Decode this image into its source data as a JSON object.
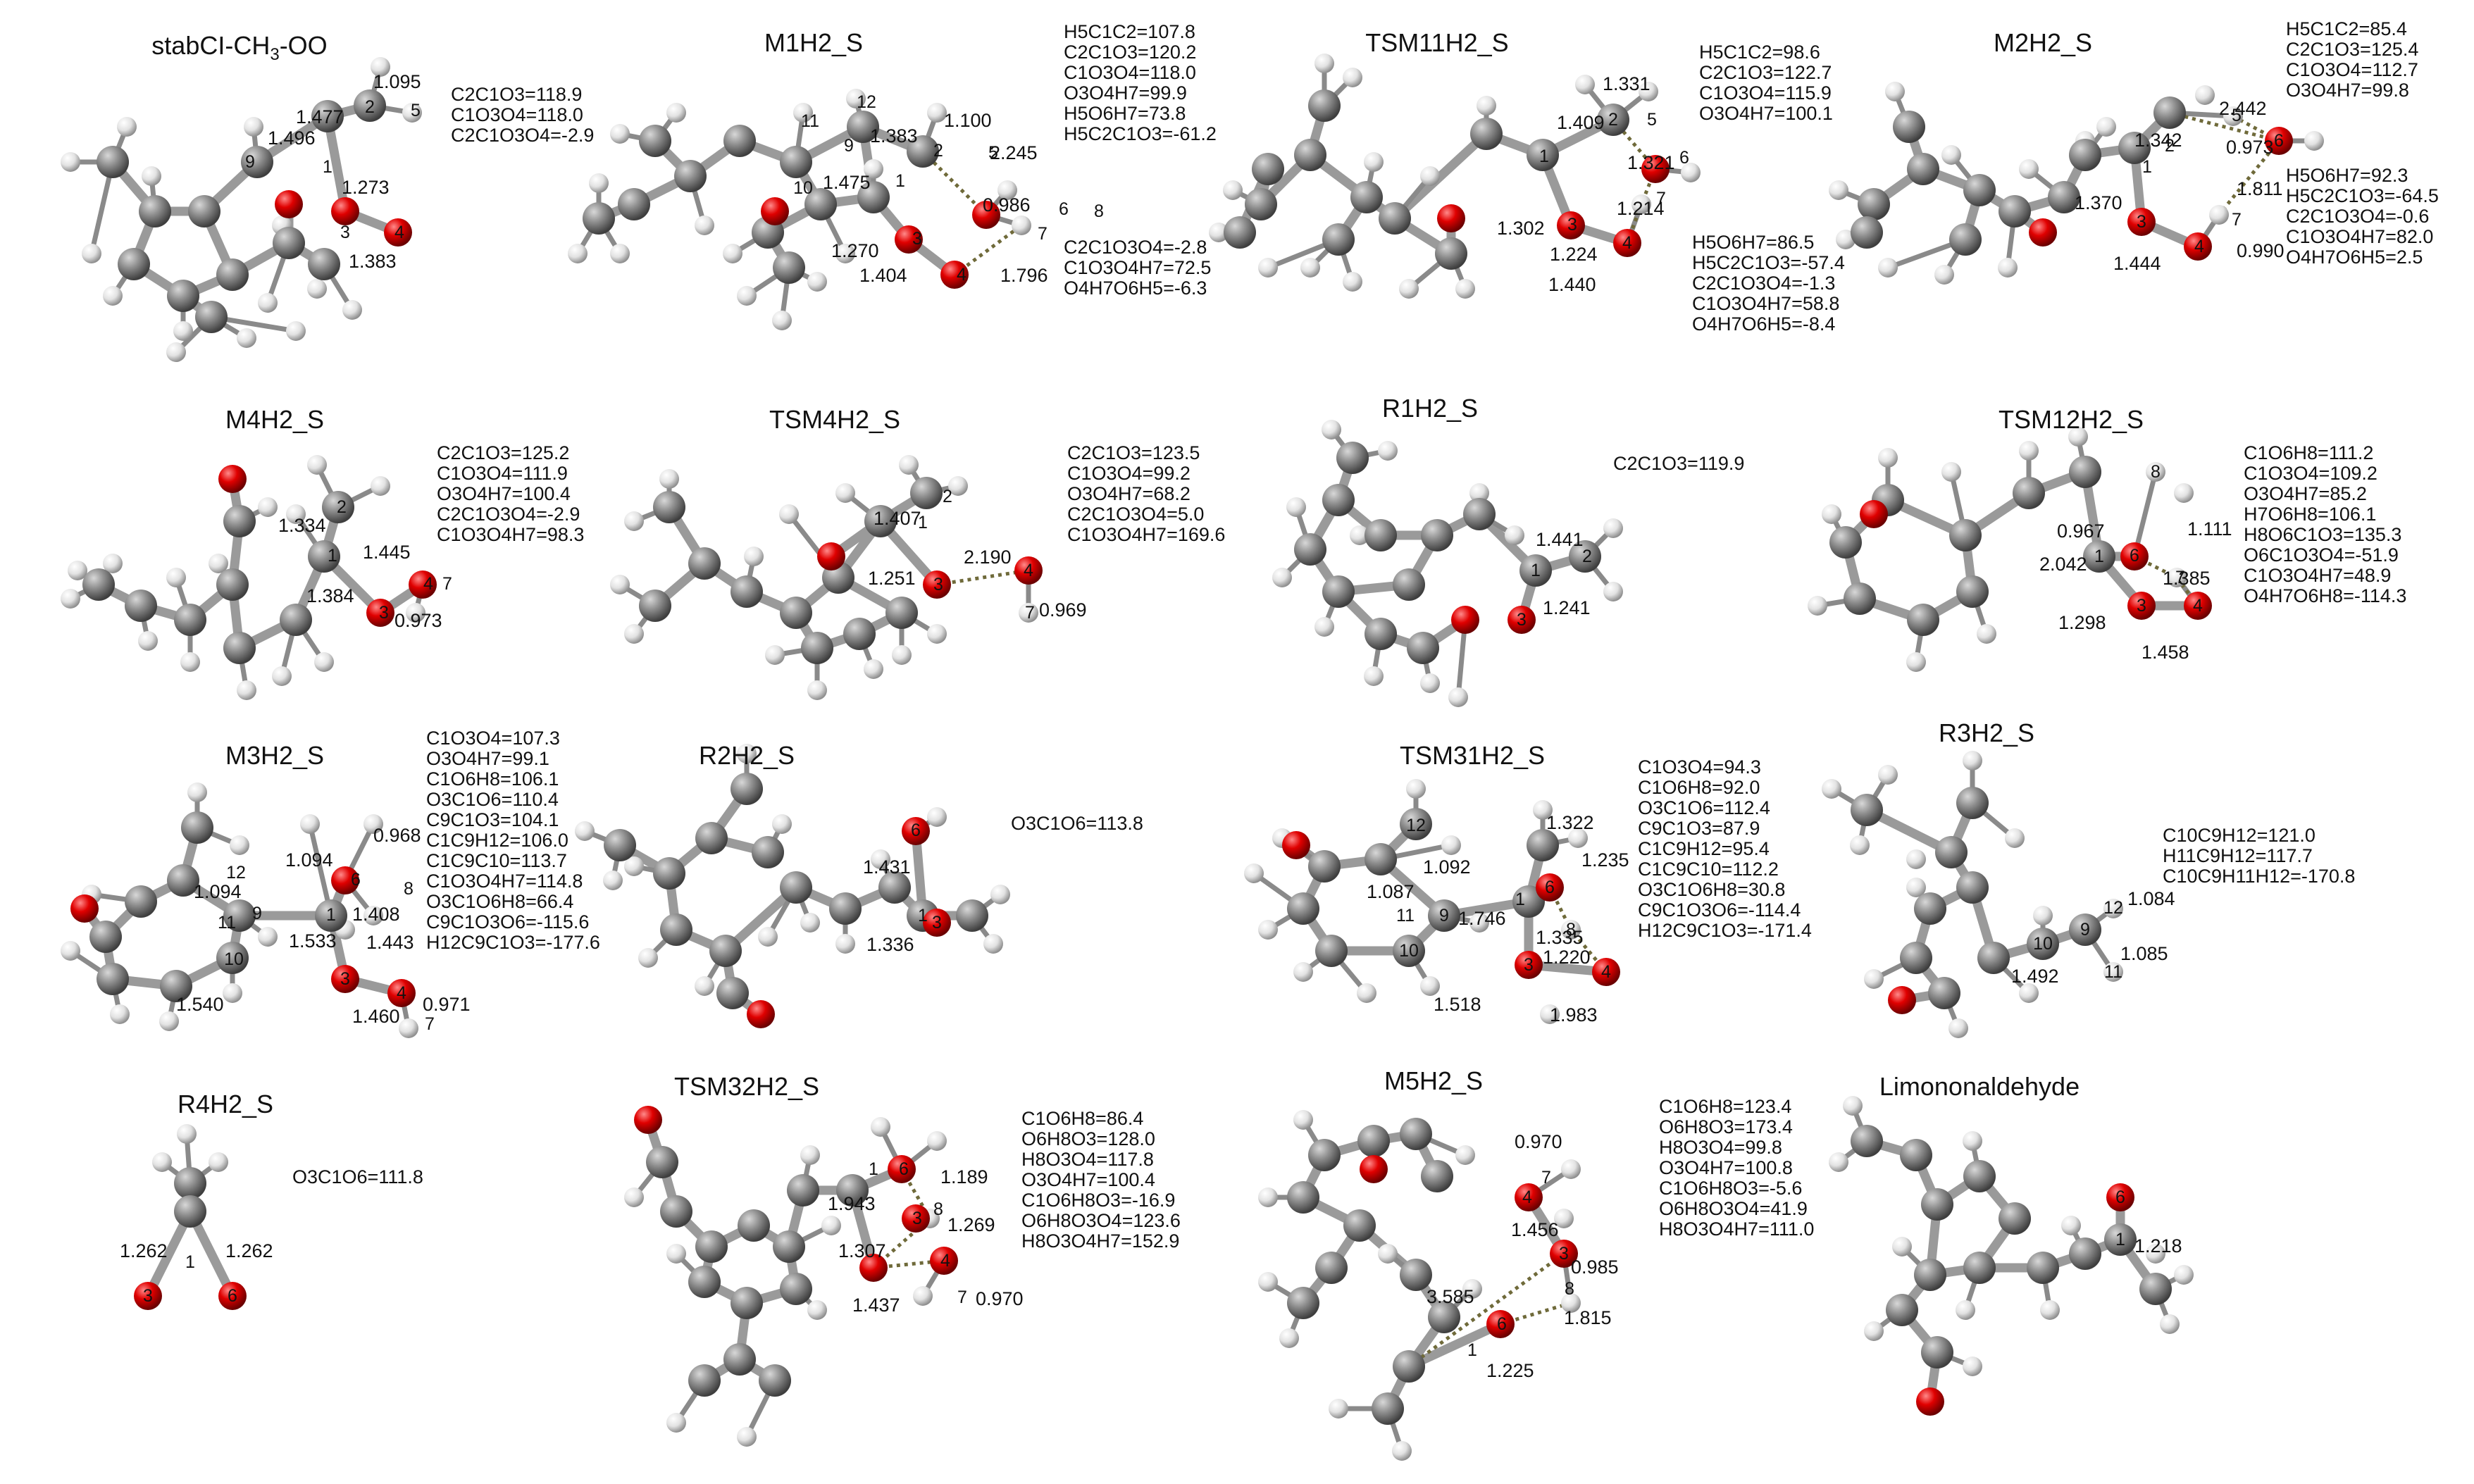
{
  "figure": {
    "panels": [
      {
        "id": "stabCI",
        "title": "stabCI-CH3-OO",
        "params": [
          "C2C1O3=118.9",
          "C1O3O4=118.0",
          "C2C1O3O4=-2.9"
        ],
        "bond_labels": [
          "1.095",
          "1.477",
          "1.496",
          "1.273",
          "1.383"
        ],
        "atom_labels": [
          "9",
          "2",
          "5",
          "1",
          "3",
          "4"
        ]
      },
      {
        "id": "M1H2_S",
        "title": "M1H2_S",
        "params": [
          "H5C1C2=107.8",
          "C2C1O3=120.2",
          "C1O3O4=118.0",
          "O3O4H7=99.9",
          "H5O6H7=73.8",
          "H5C2C1O3=-61.2"
        ],
        "params2": [
          "C2C1O3O4=-2.8",
          "C1O3O4H7=72.5",
          "O4H7O6H5=-6.3"
        ],
        "bond_labels": [
          "1.383",
          "1.100",
          "2.245",
          "1.475",
          "0.986",
          "1.270",
          "1.404",
          "1.796"
        ],
        "atom_labels": [
          "11",
          "12",
          "9",
          "2",
          "5",
          "10",
          "1",
          "6",
          "8",
          "7",
          "3",
          "4"
        ]
      },
      {
        "id": "TSM11H2_S",
        "title": "TSM11H2_S",
        "params": [
          "H5C1C2=98.6",
          "C2C1O3=122.7",
          "C1O3O4=115.9",
          "O3O4H7=100.1"
        ],
        "params2": [
          "H5O6H7=86.5",
          "H5C2C1O3=-57.4",
          "C2C1O3O4=-1.3",
          "C1O3O4H7=58.8",
          "O4H7O6H5=-8.4"
        ],
        "bond_labels": [
          "1.331",
          "1.409",
          "1.321",
          "1.214",
          "1.302",
          "1.224",
          "1.440"
        ],
        "atom_labels": [
          "2",
          "5",
          "1",
          "6",
          "7",
          "3",
          "4"
        ]
      },
      {
        "id": "M2H2_S",
        "title": "M2H2_S",
        "params": [
          "H5C1C2=85.4",
          "C2C1O3=125.4",
          "C1O3O4=112.7",
          "O3O4H7=99.8"
        ],
        "params2": [
          "H5O6H7=92.3",
          "H5C2C1O3=-64.5",
          "C2C1O3O4=-0.6",
          "C1O3O4H7=82.0",
          "O4H7O6H5=2.5"
        ],
        "bond_labels": [
          "2.442",
          "1.342",
          "0.973",
          "1.811",
          "1.370",
          "1.444",
          "0.990"
        ],
        "atom_labels": [
          "5",
          "2",
          "6",
          "1",
          "7",
          "3",
          "4"
        ]
      },
      {
        "id": "M4H2_S",
        "title": "M4H2_S",
        "params": [
          "C2C1O3=125.2",
          "C1O3O4=111.9",
          "O3O4H7=100.4",
          "C2C1O3O4=-2.9",
          "C1O3O4H7=98.3"
        ],
        "bond_labels": [
          "1.334",
          "1.445",
          "1.384",
          "0.973"
        ],
        "atom_labels": [
          "2",
          "1",
          "4",
          "7",
          "3"
        ]
      },
      {
        "id": "TSM4H2_S",
        "title": "TSM4H2_S",
        "params": [
          "C2C1O3=123.5",
          "C1O3O4=99.2",
          "O3O4H7=68.2",
          "C2C1O3O4=5.0",
          "C1O3O4H7=169.6"
        ],
        "bond_labels": [
          "1.407",
          "1.251",
          "2.190",
          "0.969"
        ],
        "atom_labels": [
          "2",
          "1",
          "3",
          "4",
          "7"
        ]
      },
      {
        "id": "R1H2_S",
        "title": "R1H2_S",
        "params": [
          "C2C1O3=119.9"
        ],
        "bond_labels": [
          "1.441",
          "1.241"
        ],
        "atom_labels": [
          "1",
          "2",
          "3"
        ]
      },
      {
        "id": "TSM12H2_S",
        "title": "TSM12H2_S",
        "params": [
          "C1O6H8=111.2",
          "C1O3O4=109.2",
          "O3O4H7=85.2",
          "H7O6H8=106.1",
          "H8O6C1O3=135.3",
          "O6C1O3O4=-51.9",
          "C1O3O4H7=48.9",
          "O4H7O6H8=-114.3"
        ],
        "bond_labels": [
          "0.967",
          "1.111",
          "2.042",
          "1.385",
          "1.298",
          "1.458"
        ],
        "atom_labels": [
          "8",
          "6",
          "1",
          "7",
          "3",
          "4"
        ]
      },
      {
        "id": "M3H2_S",
        "title": "M3H2_S",
        "params": [
          "C1O3O4=107.3",
          "O3O4H7=99.1",
          "C1O6H8=106.1",
          "O3C1O6=110.4",
          "C9C1O3=104.1",
          "C1C9H12=106.0",
          "C1C9C10=113.7",
          "C1O3O4H7=114.8",
          "O3C1O6H8=66.4",
          "C9C1O3O6=-115.6",
          "H12C9C1O3=-177.6"
        ],
        "bond_labels": [
          "0.968",
          "1.094",
          "1.094",
          "1.408",
          "1.533",
          "1.443",
          "1.540",
          "1.460",
          "0.971"
        ],
        "atom_labels": [
          "12",
          "9",
          "1",
          "6",
          "8",
          "11",
          "10",
          "3",
          "4",
          "7"
        ]
      },
      {
        "id": "R2H2_S",
        "title": "R2H2_S",
        "params": [
          "O3C1O6=113.8"
        ],
        "bond_labels": [
          "1.431",
          "1.336"
        ],
        "atom_labels": [
          "6",
          "1",
          "3"
        ]
      },
      {
        "id": "TSM31H2_S",
        "title": "TSM31H2_S",
        "params": [
          "C1O3O4=94.3",
          "C1O6H8=92.0",
          "O3C1O6=112.4",
          "C9C1O3=87.9",
          "C1C9H12=95.4",
          "C1C9C10=112.2",
          "O3C1O6H8=30.8",
          "C9C1O3O6=-114.4",
          "H12C9C1O3=-171.4"
        ],
        "bond_labels": [
          "1.322",
          "1.092",
          "1.087",
          "1.235",
          "1.746",
          "1.335",
          "1.220",
          "1.518",
          "1.983"
        ],
        "atom_labels": [
          "12",
          "9",
          "11",
          "10",
          "6",
          "1",
          "8",
          "3",
          "4"
        ]
      },
      {
        "id": "R3H2_S",
        "title": "R3H2_S",
        "params": [
          "C10C9H12=121.0",
          "H11C9H12=117.7",
          "C10C9H11H12=-170.8"
        ],
        "bond_labels": [
          "1.084",
          "1.085",
          "1.492"
        ],
        "atom_labels": [
          "10",
          "12",
          "9",
          "11"
        ]
      },
      {
        "id": "R4H2_S",
        "title": "R4H2_S",
        "params": [
          "O3C1O6=111.8"
        ],
        "bond_labels": [
          "1.262",
          "1.262"
        ],
        "atom_labels": [
          "1",
          "3",
          "6"
        ]
      },
      {
        "id": "TSM32H2_S",
        "title": "TSM32H2_S",
        "params": [
          "C1O6H8=86.4",
          "O6H8O3=128.0",
          "H8O3O4=117.8",
          "O3O4H7=100.4",
          "C1O6H8O3=-16.9",
          "O6H8O3O4=123.6",
          "H8O3O4H7=152.9"
        ],
        "bond_labels": [
          "1.189",
          "1.943",
          "1.269",
          "1.307",
          "1.437",
          "0.970"
        ],
        "atom_labels": [
          "1",
          "6",
          "8",
          "3",
          "4",
          "7"
        ]
      },
      {
        "id": "M5H2_S",
        "title": "M5H2_S",
        "params": [
          "C1O6H8=123.4",
          "O6H8O3=173.4",
          "H8O3O4=99.8",
          "O3O4H7=100.8",
          "C1O6H8O3=-5.6",
          "O6H8O3O4=41.9",
          "H8O3O4H7=111.0"
        ],
        "bond_labels": [
          "0.970",
          "1.456",
          "0.985",
          "3.585",
          "1.815",
          "1.225"
        ],
        "atom_labels": [
          "4",
          "7",
          "3",
          "8",
          "1",
          "6"
        ]
      },
      {
        "id": "limononaldehyde",
        "title": "Limononaldehyde",
        "params": [],
        "bond_labels": [
          "1.218"
        ],
        "atom_labels": [
          "6",
          "1"
        ]
      }
    ],
    "colors": {
      "carbon": "#8c8c8c",
      "hydrogen": "#e6e6e6",
      "oxygen": "#d40000",
      "hbond": "#6f6a3a"
    }
  }
}
